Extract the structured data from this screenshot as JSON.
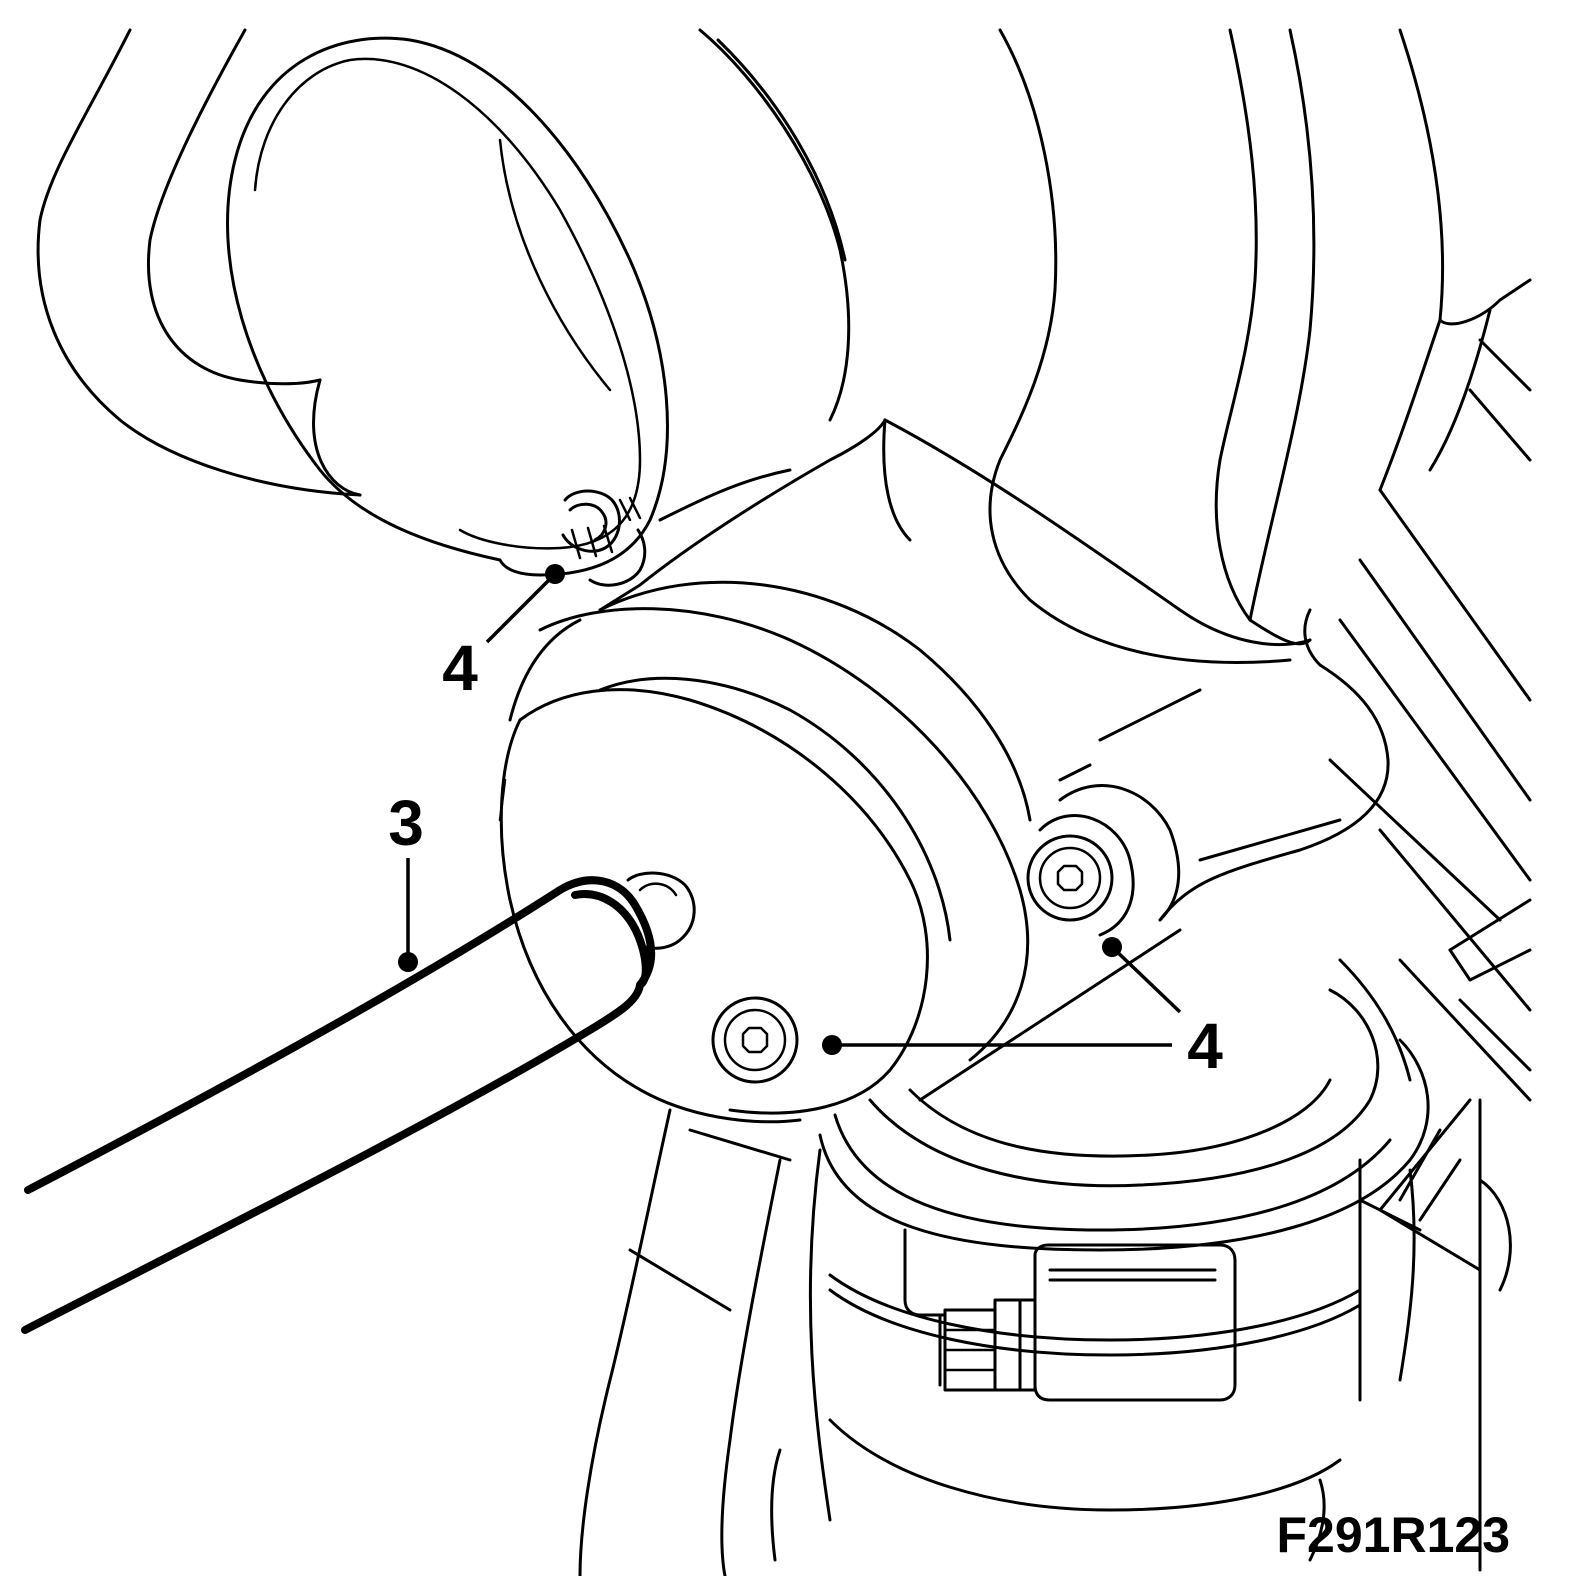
{
  "figure": {
    "callouts": [
      {
        "id": "bolt-top-left",
        "label": "4"
      },
      {
        "id": "hose",
        "label": "3"
      },
      {
        "id": "bolts-right",
        "label": "4"
      }
    ],
    "figure_code": "F291R123"
  },
  "colors": {
    "line": "#000000",
    "background": "#ffffff"
  }
}
